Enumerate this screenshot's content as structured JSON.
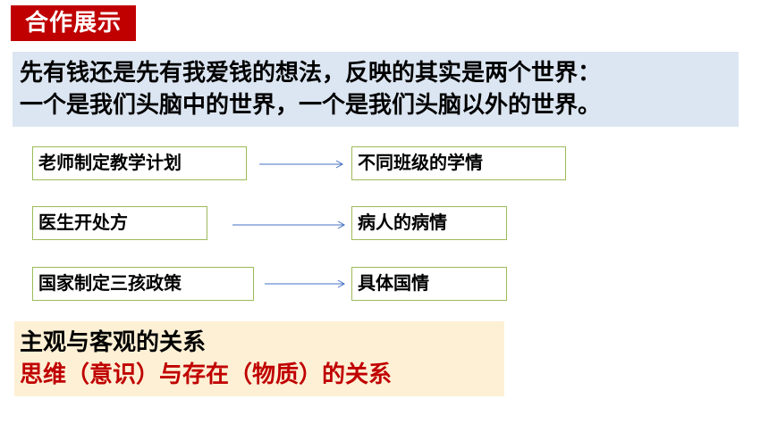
{
  "header": {
    "title": "合作展示"
  },
  "intro": {
    "line1": "先有钱还是先有我爱钱的想法，反映的其实是两个世界：",
    "line2": "一个是我们头脑中的世界，一个是我们头脑以外的世界。"
  },
  "pairs": [
    {
      "left": "老师制定教学计划",
      "right": "不同班级的学情"
    },
    {
      "left": "医生开处方",
      "right": "病人的病情"
    },
    {
      "left": "国家制定三孩政策",
      "right": "具体国情"
    }
  ],
  "summary": {
    "line1": "主观与客观的关系",
    "line2": "思维（意识）与存在（物质）的关系"
  },
  "colors": {
    "title_bg": "#c00000",
    "intro_bg": "#dce6f2",
    "box_border": "#9bbb59",
    "arrow": "#4472c4",
    "summary_bg": "#fdf0d5",
    "summary_accent": "#c00000"
  }
}
